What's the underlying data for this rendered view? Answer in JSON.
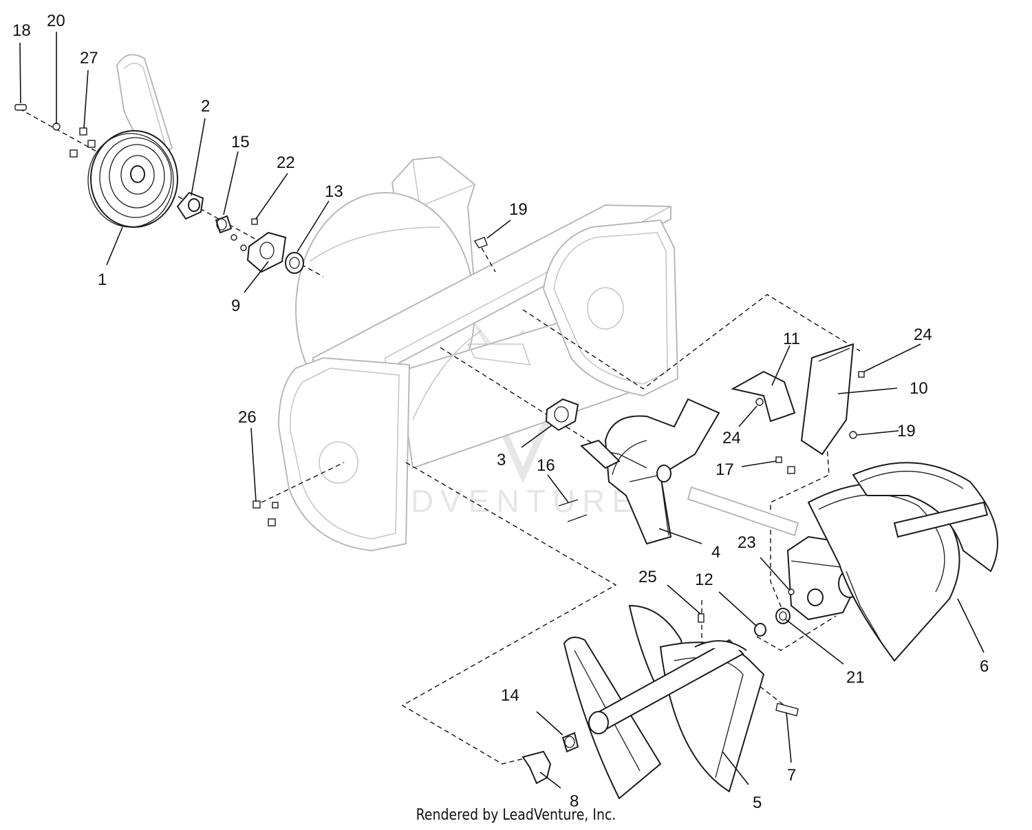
{
  "footer": {
    "credit": "Rendered by LeadVenture, Inc."
  },
  "watermark": {
    "text": "LEADVENTURE"
  },
  "callouts": {
    "c1": "1",
    "c2": "2",
    "c3": "3",
    "c4": "4",
    "c5": "5",
    "c6": "6",
    "c7": "7",
    "c8": "8",
    "c9": "9",
    "c10": "10",
    "c11": "11",
    "c12": "12",
    "c13": "13",
    "c14": "14",
    "c15": "15",
    "c16": "16",
    "c17": "17",
    "c18": "18",
    "c19a": "19",
    "c19b": "19",
    "c20": "20",
    "c21": "21",
    "c22": "22",
    "c23": "23",
    "c24a": "24",
    "c24b": "24",
    "c25": "25",
    "c26": "26",
    "c27": "27"
  },
  "colors": {
    "ink": "#111111",
    "ghost_housing": "#b8b8b8",
    "watermark": "#e6e6e6",
    "background": "#ffffff"
  }
}
